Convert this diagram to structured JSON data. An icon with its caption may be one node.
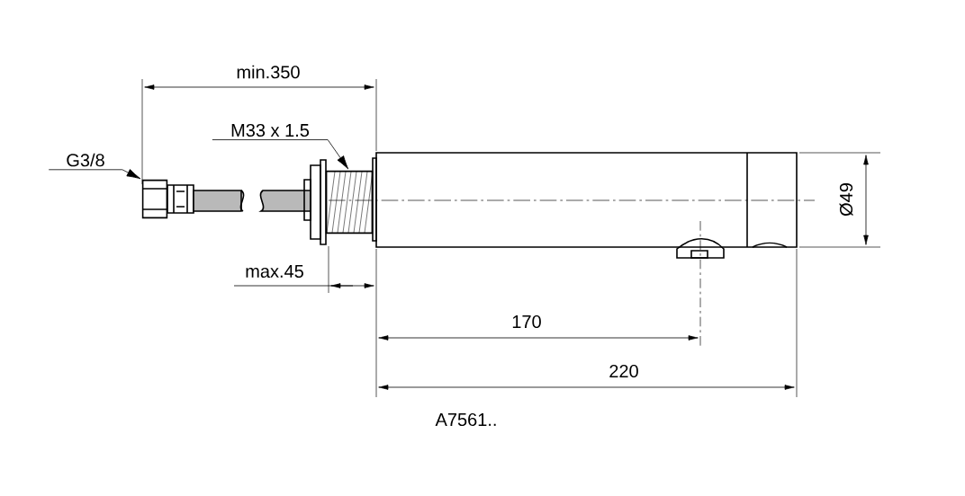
{
  "diagram": {
    "nodes": [
      {
        "text": [
          "G3/8"
        ]
      },
      {
        "text": [],
        "shape": "picture"
      },
      {
        "text": [
          "M33 x 1.5"
        ]
      },
      {
        "text": [],
        "shape": "picture"
      }
    ],
    "edges": [
      {
        "from": 0,
        "to": 1,
        "arrow": "to"
      },
      {
        "from": 2,
        "to": 3,
        "arrow": "to"
      }
    ],
    "labels": [
      "min.350",
      "Ø49",
      "max.45",
      "170",
      "220",
      "A7561.."
    ]
  }
}
